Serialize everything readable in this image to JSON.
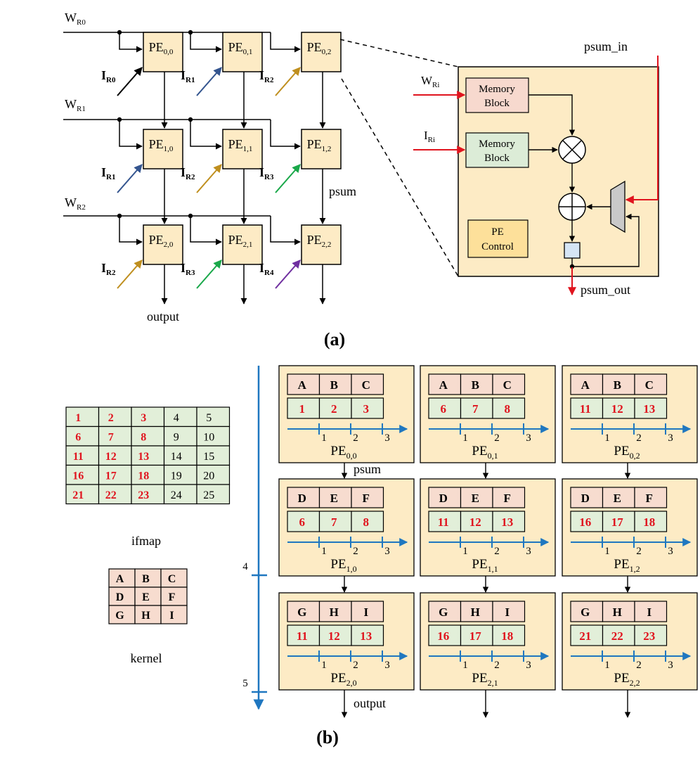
{
  "panel_a": {
    "caption": "(a)",
    "weight_rows": [
      {
        "main": "W",
        "sub": "R0"
      },
      {
        "main": "W",
        "sub": "R1"
      },
      {
        "main": "W",
        "sub": "R2"
      }
    ],
    "pes": [
      [
        {
          "main": "PE",
          "sub": "0,0"
        },
        {
          "main": "PE",
          "sub": "0,1"
        },
        {
          "main": "PE",
          "sub": "0,2"
        }
      ],
      [
        {
          "main": "PE",
          "sub": "1,0"
        },
        {
          "main": "PE",
          "sub": "1,1"
        },
        {
          "main": "PE",
          "sub": "1,2"
        }
      ],
      [
        {
          "main": "PE",
          "sub": "2,0"
        },
        {
          "main": "PE",
          "sub": "2,1"
        },
        {
          "main": "PE",
          "sub": "2,2"
        }
      ]
    ],
    "inputs": [
      [
        {
          "main": "I",
          "sub": "R0"
        },
        {
          "main": "I",
          "sub": "R1"
        },
        {
          "main": "I",
          "sub": "R2"
        }
      ],
      [
        {
          "main": "I",
          "sub": "R1"
        },
        {
          "main": "I",
          "sub": "R2"
        },
        {
          "main": "I",
          "sub": "R3"
        }
      ],
      [
        {
          "main": "I",
          "sub": "R2"
        },
        {
          "main": "I",
          "sub": "R3"
        },
        {
          "main": "I",
          "sub": "R4"
        }
      ]
    ],
    "input_colors": {
      "R0": "#000000",
      "R1": "#34558f",
      "R2": "#bf8f1f",
      "R3": "#1aa84a",
      "R4": "#7030a0"
    },
    "psum_label": "psum",
    "output_label": "output",
    "detail": {
      "w_in": {
        "main": "W",
        "sub": "Ri"
      },
      "i_in": {
        "main": "I",
        "sub": "Ri"
      },
      "mem1": [
        "Memory",
        "Block"
      ],
      "mem2": [
        "Memory",
        "Block"
      ],
      "ctrl": [
        "PE",
        "Control"
      ],
      "psum_in": "psum_in",
      "psum_out": "psum_out"
    }
  },
  "panel_b": {
    "caption": "(b)",
    "ifmap_label": "ifmap",
    "kernel_label": "kernel",
    "ifmap": [
      [
        "1",
        "2",
        "3",
        "4",
        "5"
      ],
      [
        "6",
        "7",
        "8",
        "9",
        "10"
      ],
      [
        "11",
        "12",
        "13",
        "14",
        "15"
      ],
      [
        "16",
        "17",
        "18",
        "19",
        "20"
      ],
      [
        "21",
        "22",
        "23",
        "24",
        "25"
      ]
    ],
    "kernel": [
      [
        "A",
        "B",
        "C"
      ],
      [
        "D",
        "E",
        "F"
      ],
      [
        "G",
        "H",
        "I"
      ]
    ],
    "time_ticks": [
      "4",
      "5"
    ],
    "step_ticks": [
      "1",
      "2",
      "3"
    ],
    "pe_rows": [
      {
        "kernel": [
          "A",
          "B",
          "C"
        ],
        "inputs": [
          [
            "1",
            "2",
            "3"
          ],
          [
            "6",
            "7",
            "8"
          ],
          [
            "11",
            "12",
            "13"
          ]
        ],
        "pes": [
          "0,0",
          "0,1",
          "0,2"
        ]
      },
      {
        "kernel": [
          "D",
          "E",
          "F"
        ],
        "inputs": [
          [
            "6",
            "7",
            "8"
          ],
          [
            "11",
            "12",
            "13"
          ],
          [
            "16",
            "17",
            "18"
          ]
        ],
        "pes": [
          "1,0",
          "1,1",
          "1,2"
        ]
      },
      {
        "kernel": [
          "G",
          "H",
          "I"
        ],
        "inputs": [
          [
            "11",
            "12",
            "13"
          ],
          [
            "16",
            "17",
            "18"
          ],
          [
            "21",
            "22",
            "23"
          ]
        ],
        "pes": [
          "2,0",
          "2,1",
          "2,2"
        ]
      }
    ],
    "pe_prefix": "PE",
    "psum_label": "psum",
    "output_label": "output"
  },
  "colors": {
    "pe_fill": "#fdebc5",
    "pe_ctrl": "#fde09a",
    "mem_w": "#f7d9ce",
    "mem_i": "#dcecd7",
    "ifmap_cell": "#e2efd9",
    "kernel_cell": "#f7dccf",
    "red": "#e0141e",
    "blue": "#1f77c0",
    "mux": "#c9c9c9",
    "reg": "#d5e5f5"
  }
}
